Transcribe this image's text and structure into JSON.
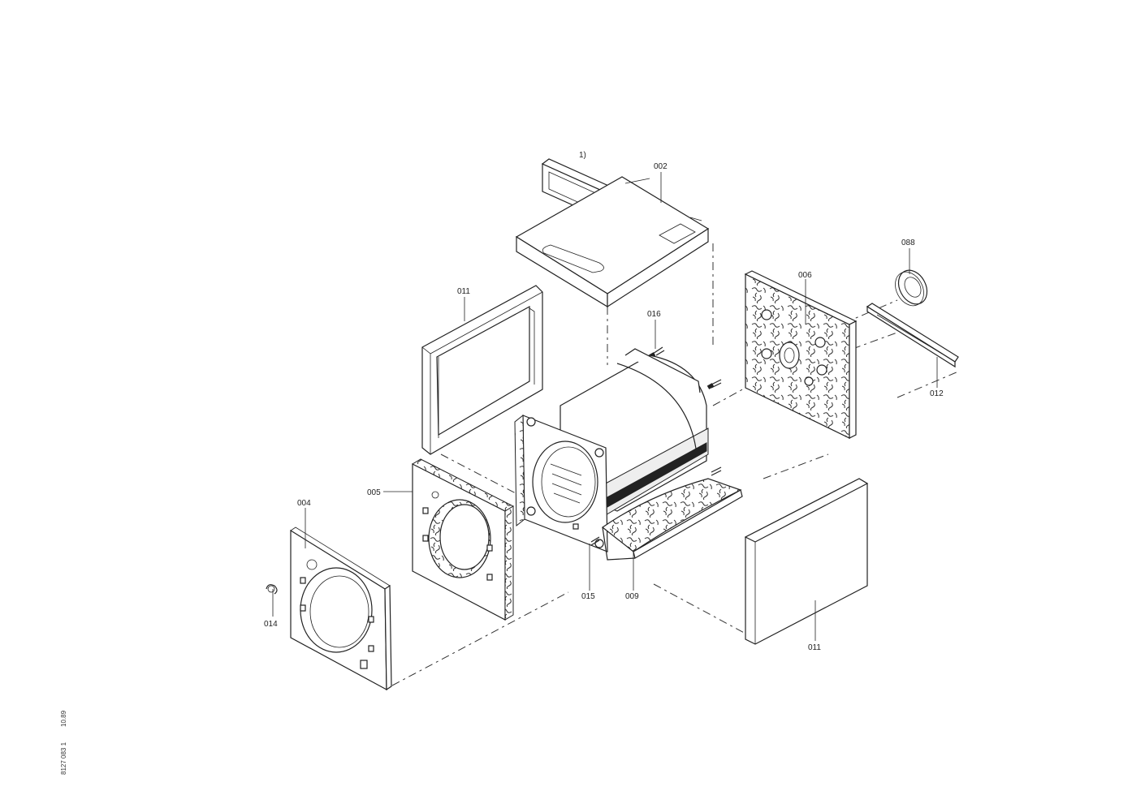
{
  "labels": {
    "footnote_marker": "1)",
    "p002": "002",
    "p088": "088",
    "p006": "006",
    "p011_top": "011",
    "p016": "016",
    "p012": "012",
    "p005": "005",
    "p004": "004",
    "p014": "014",
    "p015": "015",
    "p009": "009",
    "p011_bottom": "011"
  },
  "side_text": {
    "date": "10.89",
    "doc_code": "8127 083 1"
  }
}
